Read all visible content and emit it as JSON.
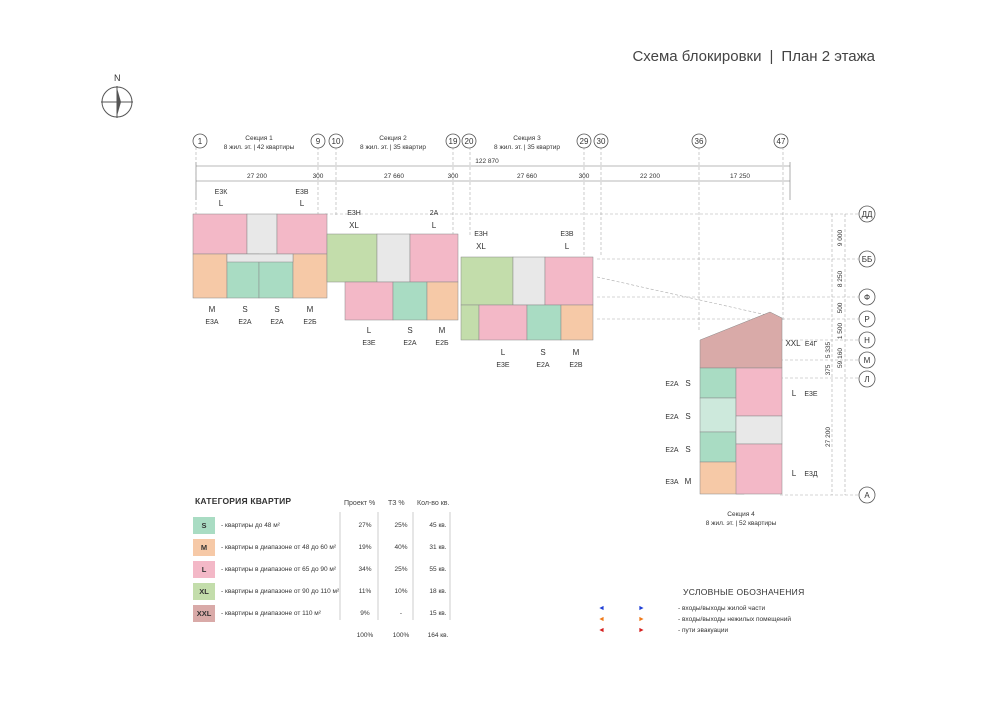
{
  "title": {
    "main": "Схема блокировки",
    "sep": "|",
    "sub": "План 2 этажа"
  },
  "north": "N",
  "axes": [
    "1",
    "9",
    "10",
    "19",
    "20",
    "29",
    "30",
    "36",
    "47"
  ],
  "rows": [
    "ДД",
    "ББ",
    "Ф",
    "Р",
    "Н",
    "М",
    "Л",
    "А"
  ],
  "sections": [
    {
      "name": "Секция 1",
      "info": "8 жил. эт. | 42 квартиры"
    },
    {
      "name": "Секция 2",
      "info": "8 жил. эт. | 35 квартир"
    },
    {
      "name": "Секция 3",
      "info": "8 жил. эт. | 35 квартир"
    },
    {
      "name": "Секция 4",
      "info": "8 жил. эт. | 52 квартиры"
    }
  ],
  "dims": {
    "total": "122 870",
    "d1": "27 200",
    "g1": "300",
    "d2": "27 660",
    "g2": "300",
    "d3": "27 660",
    "g3": "300",
    "d4": "22 200",
    "d5": "17 250",
    "v1": "9 000",
    "v2": "8 250",
    "v3": "500",
    "v4": "1 500",
    "v5": "5 335",
    "v6": "375",
    "v7": "59 160",
    "v8": "27 200"
  },
  "unit_labels": {
    "s1_top": [
      {
        "code": "Е3К",
        "size": "L"
      },
      {
        "code": "Е3В",
        "size": "L"
      }
    ],
    "s1_bottom": [
      {
        "size": "M",
        "code": "Е3А"
      },
      {
        "size": "S",
        "code": "Е2А"
      },
      {
        "size": "S",
        "code": "Е2А"
      },
      {
        "size": "M",
        "code": "Е2Б"
      }
    ],
    "s2_top": [
      {
        "code": "Е3Н",
        "size": "XL"
      },
      {
        "code": "2А",
        "size": "L"
      }
    ],
    "s2_bottom": [
      {
        "size": "L",
        "code": "Е3Е"
      },
      {
        "size": "S",
        "code": "Е2А"
      },
      {
        "size": "M",
        "code": "Е2Б"
      }
    ],
    "s3_top": [
      {
        "code": "Е3Н",
        "size": "XL"
      },
      {
        "code": "Е3В",
        "size": "L"
      }
    ],
    "s3_bottom": [
      {
        "size": "L",
        "code": "Е3Е"
      },
      {
        "size": "S",
        "code": "Е2А"
      },
      {
        "size": "M",
        "code": "Е2В"
      }
    ],
    "s4_top": {
      "size": "XXL",
      "code": "Е4Г"
    },
    "s4_left": [
      {
        "code": "Е2А",
        "size": "S"
      },
      {
        "code": "Е2А",
        "size": "S"
      },
      {
        "code": "Е2А",
        "size": "S"
      },
      {
        "code": "Е3А",
        "size": "M"
      }
    ],
    "s4_right": [
      {
        "size": "L",
        "code": "Е3Е"
      },
      {
        "size": "L",
        "code": "Е3Д"
      }
    ]
  },
  "legend": {
    "title": "КАТЕГОРИЯ КВАРТИР",
    "headers": [
      "Проект %",
      "ТЗ %",
      "Кол-во кв."
    ],
    "rows": [
      {
        "code": "S",
        "desc": "- квартиры до 48 м²",
        "proj": "27%",
        "tz": "25%",
        "qty": "45 кв."
      },
      {
        "code": "M",
        "desc": "- квартиры в диапазоне от 48 до 60 м²",
        "proj": "19%",
        "tz": "40%",
        "qty": "31 кв."
      },
      {
        "code": "L",
        "desc": "- квартиры в диапазоне от 65 до 90 м²",
        "proj": "34%",
        "tz": "25%",
        "qty": "55 кв."
      },
      {
        "code": "XL",
        "desc": "- квартиры в диапазоне от 90 до 110 м²",
        "proj": "11%",
        "tz": "10%",
        "qty": "18 кв."
      },
      {
        "code": "XXL",
        "desc": "- квартиры в диапазоне от 110 м²",
        "proj": "9%",
        "tz": "-",
        "qty": "15 кв."
      }
    ],
    "totals": {
      "proj": "100%",
      "tz": "100%",
      "qty": "164 кв."
    }
  },
  "conditions": {
    "title": "УСЛОВНЫЕ ОБОЗНАЧЕНИЯ",
    "items": [
      {
        "label": "- входы/выходы жилой части",
        "color": "#1f3fd6"
      },
      {
        "label": "- входы/выходы нежилых помещений",
        "color": "#f07a1a"
      },
      {
        "label": "- пути эвакуации",
        "color": "#d62020"
      }
    ]
  },
  "colors": {
    "S": "#a9dcc3",
    "M": "#f6c9a7",
    "L": "#f3b8c7",
    "XL": "#c3ddab",
    "XXL": "#d9aaa8",
    "core": "#e8e8e8"
  }
}
